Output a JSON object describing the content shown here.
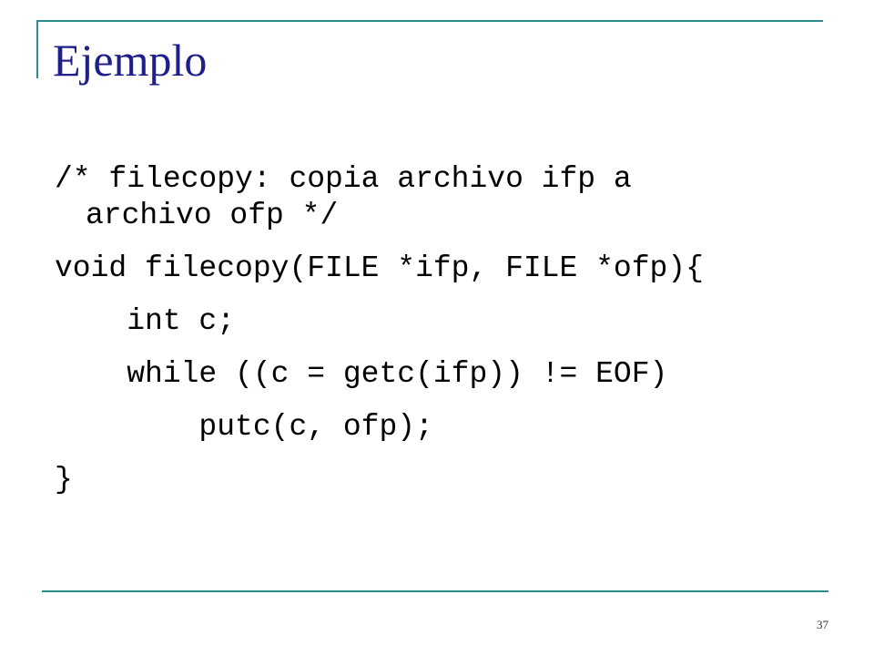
{
  "slide": {
    "title": "Ejemplo",
    "page_number": "37",
    "colors": {
      "title": "#1f1f8a",
      "frame": "#2e8b8b",
      "text": "#000000"
    }
  },
  "code": {
    "comment_part1": "/* filecopy: copia archivo ifp a",
    "comment_part2": "archivo ofp */",
    "signature": "void filecopy(FILE *ifp, FILE *ofp){",
    "declaration": "    int c;",
    "while_line": "    while ((c = getc(ifp)) != EOF)",
    "body_line": "        putc(c, ofp);",
    "closing": "}"
  }
}
